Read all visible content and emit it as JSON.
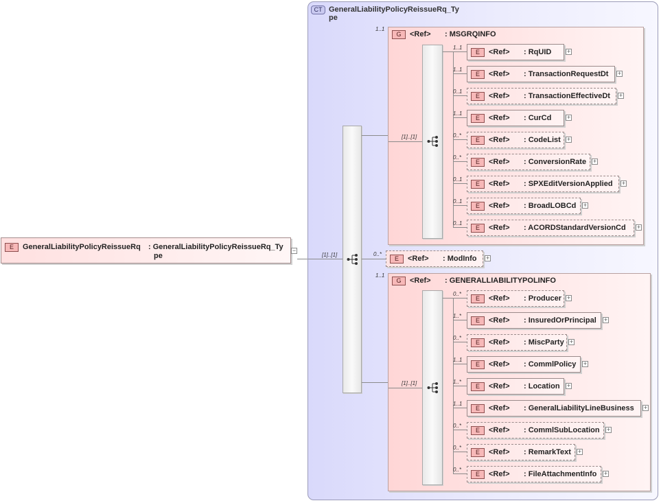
{
  "root": {
    "badge": "E",
    "name": "GeneralLiabilityPolicyReissueRq",
    "type_line1": ": GeneralLiabilityPolicyReissueRq_Ty",
    "type_line2": "pe"
  },
  "complex_type": {
    "badge": "CT",
    "title_line1": "GeneralLiabilityPolicyReissueRq_Ty",
    "title_line2": "pe"
  },
  "main_sequence": {
    "cardinality": "[1]..[1]"
  },
  "msgrqinfo": {
    "cardinality": "1..1",
    "badge": "G",
    "ref": "<Ref>",
    "name": ": MSGRQINFO",
    "seq_cardinality": "[1]..[1]",
    "elements": [
      {
        "card": "1..1",
        "badge": "E",
        "ref": "<Ref>",
        "name": ": RqUID"
      },
      {
        "card": "1..1",
        "badge": "E",
        "ref": "<Ref>",
        "name": ": TransactionRequestDt"
      },
      {
        "card": "0..1",
        "badge": "E",
        "ref": "<Ref>",
        "name": ": TransactionEffectiveDt"
      },
      {
        "card": "1..1",
        "badge": "E",
        "ref": "<Ref>",
        "name": ": CurCd"
      },
      {
        "card": "0..*",
        "badge": "E",
        "ref": "<Ref>",
        "name": ": CodeList"
      },
      {
        "card": "0..*",
        "badge": "E",
        "ref": "<Ref>",
        "name": ": ConversionRate"
      },
      {
        "card": "0..1",
        "badge": "E",
        "ref": "<Ref>",
        "name": ": SPXEditVersionApplied"
      },
      {
        "card": "0..1",
        "badge": "E",
        "ref": "<Ref>",
        "name": ": BroadLOBCd"
      },
      {
        "card": "0..1",
        "badge": "E",
        "ref": "<Ref>",
        "name": ": ACORDStandardVersionCd"
      }
    ]
  },
  "modinfo": {
    "card": "0..*",
    "badge": "E",
    "ref": "<Ref>",
    "name": ": ModInfo"
  },
  "glpolinfo": {
    "cardinality": "1..1",
    "badge": "G",
    "ref": "<Ref>",
    "name": ": GENERALLIABILITYPOLINFO",
    "seq_cardinality": "[1]..[1]",
    "elements": [
      {
        "card": "0..*",
        "badge": "E",
        "ref": "<Ref>",
        "name": ": Producer"
      },
      {
        "card": "1..*",
        "badge": "E",
        "ref": "<Ref>",
        "name": ": InsuredOrPrincipal"
      },
      {
        "card": "0..*",
        "badge": "E",
        "ref": "<Ref>",
        "name": ": MiscParty"
      },
      {
        "card": "1..1",
        "badge": "E",
        "ref": "<Ref>",
        "name": ": CommlPolicy"
      },
      {
        "card": "1..*",
        "badge": "E",
        "ref": "<Ref>",
        "name": ": Location"
      },
      {
        "card": "1..1",
        "badge": "E",
        "ref": "<Ref>",
        "name": ": GeneralLiabilityLineBusiness"
      },
      {
        "card": "0..*",
        "badge": "E",
        "ref": "<Ref>",
        "name": ": CommlSubLocation"
      },
      {
        "card": "0..*",
        "badge": "E",
        "ref": "<Ref>",
        "name": ": RemarkText"
      },
      {
        "card": "0..*",
        "badge": "E",
        "ref": "<Ref>",
        "name": ": FileAttachmentInfo"
      }
    ]
  },
  "icons": {
    "sequence": "sequence-icon",
    "expand": "plus-icon",
    "collapse": "minus-icon"
  }
}
